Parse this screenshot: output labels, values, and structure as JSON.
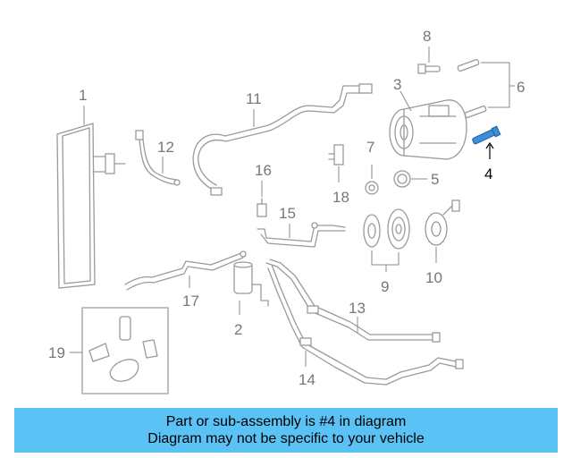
{
  "callouts": {
    "c1": "1",
    "c2": "2",
    "c3": "3",
    "c4": "4",
    "c5": "5",
    "c6": "6",
    "c7": "7",
    "c8": "8",
    "c9": "9",
    "c10": "10",
    "c11": "11",
    "c12": "12",
    "c13": "13",
    "c14": "14",
    "c15": "15",
    "c16": "16",
    "c17": "17",
    "c18": "18",
    "c19": "19"
  },
  "highlighted_part": "4",
  "colors": {
    "banner": "#5bc2f5",
    "highlight": "#3a8fd6",
    "line": "#9a9a9a"
  },
  "banner": {
    "line1": "Part or sub-assembly is #4 in diagram",
    "line2": "Diagram may not be specific to your vehicle"
  }
}
